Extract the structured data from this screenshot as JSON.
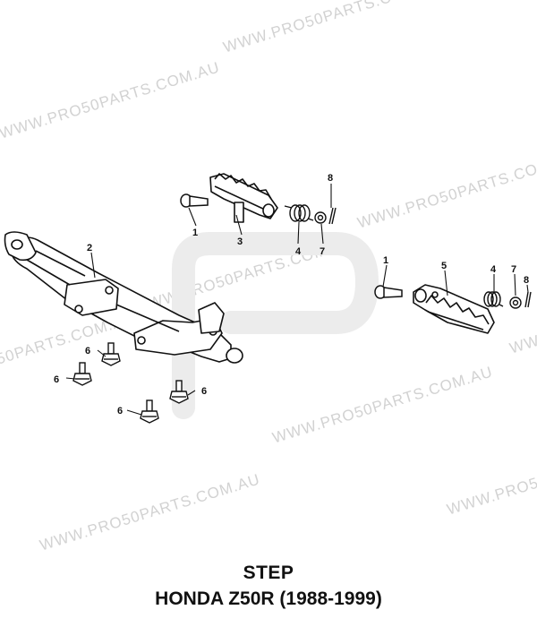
{
  "watermark": {
    "text": "WWW.PRO50PARTS.COM.AU"
  },
  "title": {
    "line1": "STEP",
    "line2": "HONDA Z50R (1988-1999)"
  },
  "callouts": {
    "c1a": "1",
    "c1b": "1",
    "c2": "2",
    "c3": "3",
    "c4a": "4",
    "c4b": "4",
    "c5": "5",
    "c6a": "6",
    "c6b": "6",
    "c6c": "6",
    "c6d": "6",
    "c7a": "7",
    "c7b": "7",
    "c8a": "8",
    "c8b": "8"
  }
}
